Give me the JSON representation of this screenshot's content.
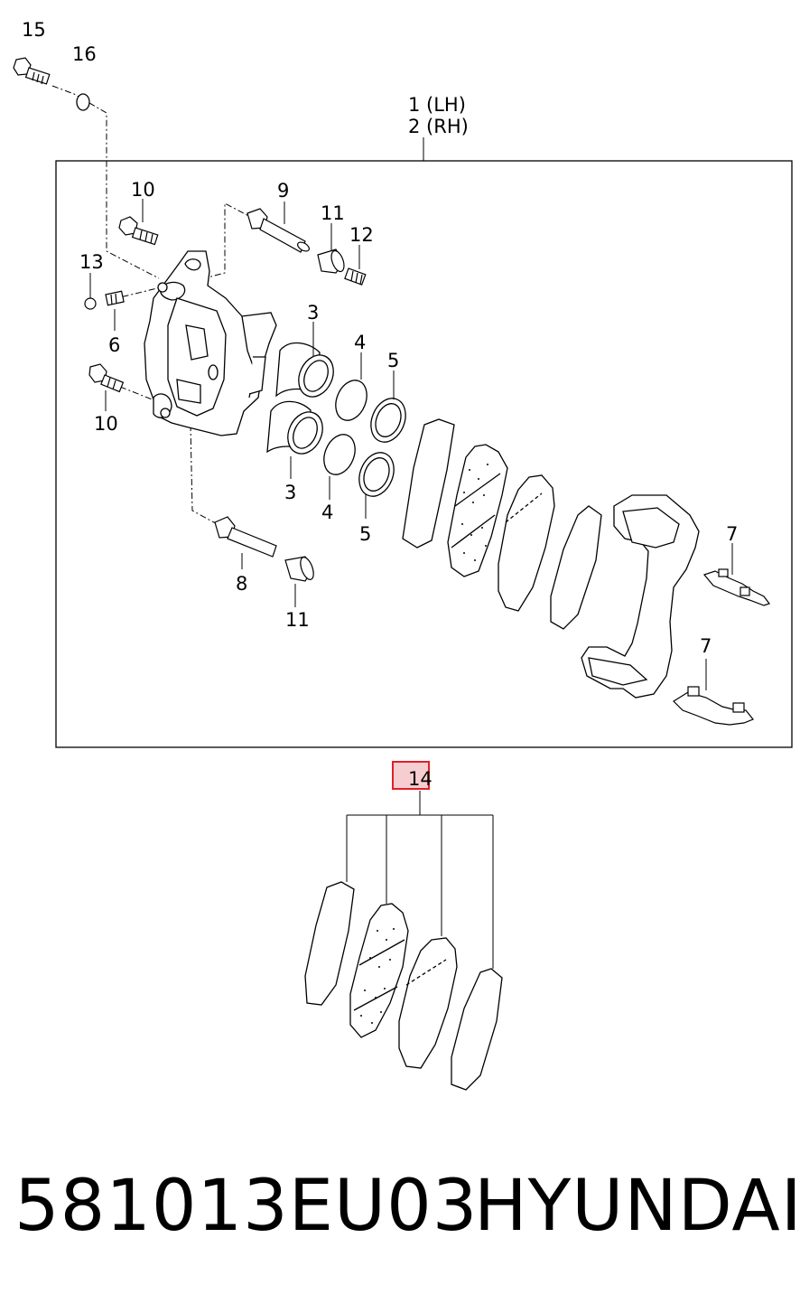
{
  "diagram": {
    "assembly_label_lh": "1 (LH)",
    "assembly_label_rh": "2 (RH)",
    "callouts": {
      "c15": "15",
      "c16": "16",
      "c10a": "10",
      "c9": "9",
      "c11a": "11",
      "c12": "12",
      "c13": "13",
      "c6": "6",
      "c10b": "10",
      "c3a": "3",
      "c4a": "4",
      "c5a": "5",
      "c3b": "3",
      "c4b": "4",
      "c5b": "5",
      "c8": "8",
      "c11b": "11",
      "c7a": "7",
      "c7b": "7",
      "c14": "14"
    },
    "highlight_color": "#e0202a"
  },
  "footer": {
    "part_number": "581013EU03",
    "brand": "HYUNDAI"
  }
}
